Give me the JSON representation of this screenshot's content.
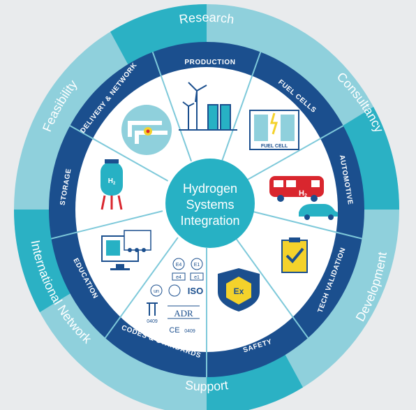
{
  "colors": {
    "background": "#e9ebed",
    "outer_ring_light": "#8fd0dc",
    "outer_ring_dark": "#2bb1c4",
    "mid_ring": "#1b4f8e",
    "hub": "#27b1c4",
    "spokes": "#7ec9da",
    "icon_blue": "#1b4f8e",
    "icon_red": "#d9262e",
    "icon_yellow": "#f4d22b"
  },
  "outer_ring": {
    "research": "Research",
    "consultancy": "Consultancy",
    "development": "Development",
    "support": "Support",
    "international_network": "International Network",
    "feasibility": "Feasibility"
  },
  "segments": {
    "production": "PRODUCTION",
    "fuel_cells": "FUEL CELLS",
    "automotive": "AUTOMOTIVE",
    "tech_validation": "TECH VALIDATION",
    "safety": "SAFETY",
    "codes_standards": "CODES & STANDARDS",
    "education": "EDUCATION",
    "storage": "STORAGE",
    "delivery_network": "DELIVERY & NETWORK"
  },
  "center": {
    "line1": "Hydrogen",
    "line2": "Systems",
    "line3": "Integration"
  },
  "icon_text": {
    "fuel_cell": "FUEL CELL",
    "h2": "H",
    "h2_sub": "2",
    "ex": "Ex",
    "e4": "E4",
    "e1": "E1",
    "e4_small": "e4",
    "e1_small": "e1",
    "un": "un",
    "iso": "ISO",
    "adr": "ADR",
    "n0409": "0409",
    "ce": "CE",
    "ce_num": "0409"
  }
}
